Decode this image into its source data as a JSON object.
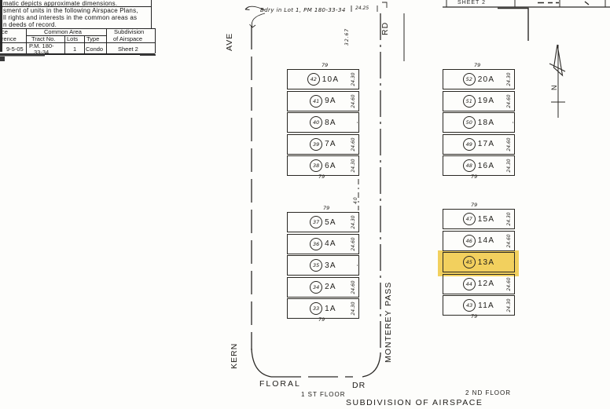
{
  "page": {
    "title": "SUBDIVISION   OF   AIRSPACE",
    "first_floor": "1 ST FLOOR",
    "second_floor": "2 ND FLOOR"
  },
  "notes": {
    "line1": "matic depicts approximate dimensions.",
    "line2": "sment of units in the following Airspace Plans,",
    "line3": "ll rights and interests in the common areas as",
    "line4": "n deeds of record."
  },
  "ref_table": {
    "ref_header_top": "ce",
    "ref_header_bottom": "rence",
    "common_area": "Common Area",
    "tract_no": "Tract No.",
    "lots": "Lots",
    "type": "Type",
    "subdivision_line1": "Subdivision",
    "subdivision_line2": "of Airspace",
    "row": {
      "ref": "9-5-05",
      "tract1": "P.M. 180-",
      "tract2": "33-34",
      "lots": "1",
      "type": "Condo",
      "sheet": "Sheet 2"
    }
  },
  "top_strip": {
    "sheet": "SHEET 2"
  },
  "map": {
    "boundary_note": "Bdry in Lot 1, PM 180-33-34",
    "north_label": "N",
    "streets": {
      "ave": "AVE",
      "kern": "KERN",
      "rd": "RD",
      "pass": "PASS",
      "monterey": "MONTEREY",
      "floral": "FLORAL",
      "dr": "DR"
    },
    "dims": {
      "top_width": "24.25",
      "top_depth": "32.67",
      "gap": "40"
    },
    "highlight_color": "#f2d05e",
    "blocks": {
      "left_top": {
        "top_dim": "79",
        "bottom_dim": "79",
        "lots": [
          {
            "unit": "42",
            "label": "10A",
            "side_dim": "24.30"
          },
          {
            "unit": "41",
            "label": "9A",
            "side_dim": "24.60"
          },
          {
            "unit": "40",
            "label": "8A",
            "side_dim": "″"
          },
          {
            "unit": "39",
            "label": "7A",
            "side_dim": "24.60"
          },
          {
            "unit": "38",
            "label": "6A",
            "side_dim": "24.30"
          }
        ]
      },
      "left_bottom": {
        "top_dim": "79",
        "bottom_dim": "79",
        "lots": [
          {
            "unit": "37",
            "label": "5A",
            "side_dim": "24.30"
          },
          {
            "unit": "36",
            "label": "4A",
            "side_dim": "24.60"
          },
          {
            "unit": "35",
            "label": "3A",
            "side_dim": "″"
          },
          {
            "unit": "34",
            "label": "2A",
            "side_dim": "24.60"
          },
          {
            "unit": "33",
            "label": "1A",
            "side_dim": "24.30"
          }
        ]
      },
      "right_top": {
        "top_dim": "79",
        "bottom_dim": "79",
        "lots": [
          {
            "unit": "52",
            "label": "20A",
            "side_dim": "24.30"
          },
          {
            "unit": "51",
            "label": "19A",
            "side_dim": "24.60"
          },
          {
            "unit": "50",
            "label": "18A",
            "side_dim": "″"
          },
          {
            "unit": "49",
            "label": "17A",
            "side_dim": "24.60"
          },
          {
            "unit": "48",
            "label": "16A",
            "side_dim": "24.30"
          }
        ]
      },
      "right_bottom": {
        "top_dim": "79",
        "bottom_dim": "79",
        "lots": [
          {
            "unit": "47",
            "label": "15A",
            "side_dim": "24.30"
          },
          {
            "unit": "46",
            "label": "14A",
            "side_dim": "24.60"
          },
          {
            "unit": "45",
            "label": "13A",
            "side_dim": "·"
          },
          {
            "unit": "44",
            "label": "12A",
            "side_dim": "24.60"
          },
          {
            "unit": "43",
            "label": "11A",
            "side_dim": "24.30"
          }
        ]
      }
    }
  }
}
